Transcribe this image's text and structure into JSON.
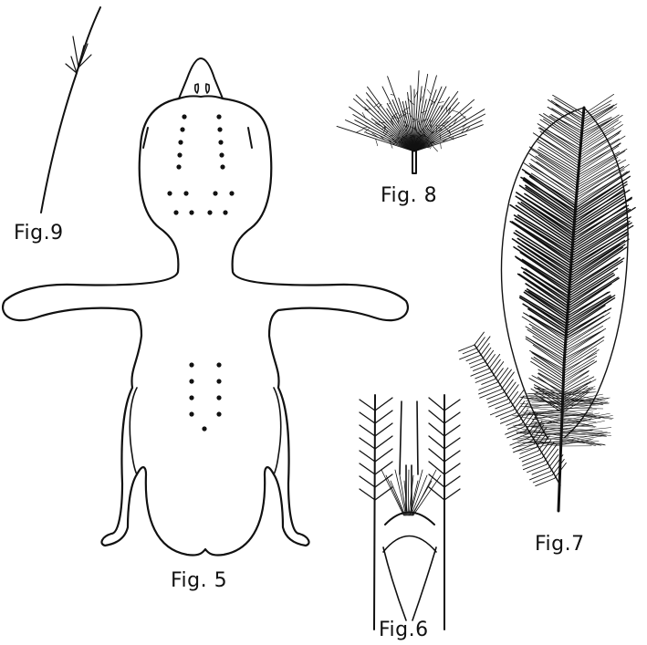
{
  "figures": [
    {
      "id": "fig5",
      "label": "Fig. 5",
      "subject": "bird-skin-feather-tract-diagram"
    },
    {
      "id": "fig6",
      "label": "Fig.6",
      "subject": "feather-quill-base-detail"
    },
    {
      "id": "fig7",
      "label": "Fig.7",
      "subject": "contour-feather-with-aftershaft"
    },
    {
      "id": "fig8",
      "label": "Fig. 8",
      "subject": "down-feather"
    },
    {
      "id": "fig9",
      "label": "Fig.9",
      "subject": "filoplume"
    }
  ],
  "colors": {
    "ink": "#111111",
    "paper": "#ffffff"
  }
}
